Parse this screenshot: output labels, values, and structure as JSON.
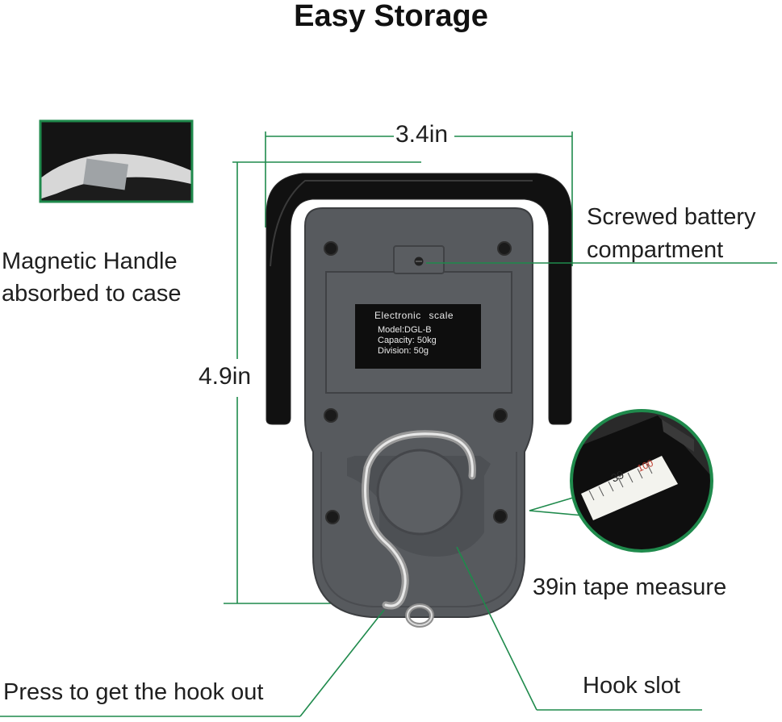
{
  "title": "Easy Storage",
  "dimensions": {
    "width": "3.4in",
    "height": "4.9in"
  },
  "callouts": {
    "magnetic_handle": [
      "Magnetic Handle",
      "absorbed to case"
    ],
    "battery": [
      "Screwed battery",
      "compartment"
    ],
    "tape": "39in tape measure",
    "hook_slot": "Hook slot",
    "press_hook": "Press to get the hook out"
  },
  "nameplate": {
    "title": "Electronic scale",
    "model": "Model:DGL-B",
    "capacity": "Capacity: 50kg",
    "division": "Division: 50g"
  },
  "tape_ticks": [
    "39",
    "100"
  ],
  "colors": {
    "accent_green": "#1f8a4c",
    "case": "#575a5e",
    "handle": "#101010"
  }
}
